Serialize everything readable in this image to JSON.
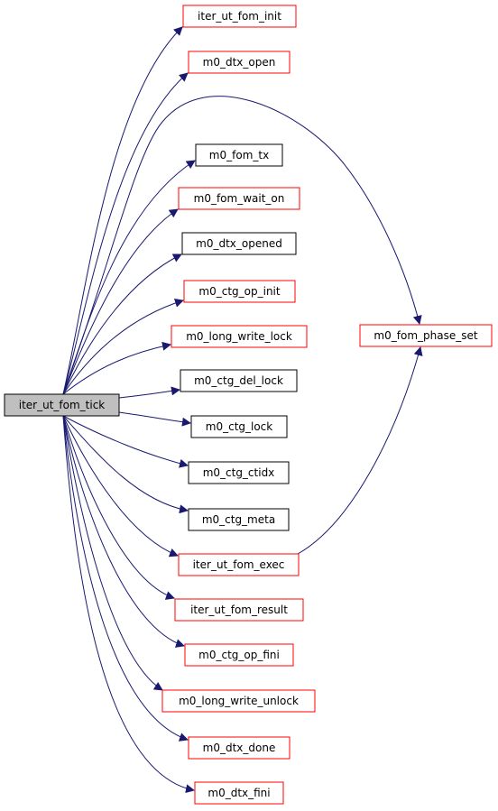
{
  "graph": {
    "root": {
      "label": "iter_ut_fom_tick"
    },
    "callees": [
      {
        "label": "iter_ut_fom_init",
        "border": "red"
      },
      {
        "label": "m0_dtx_open",
        "border": "red"
      },
      {
        "label": "m0_fom_tx",
        "border": "black"
      },
      {
        "label": "m0_fom_wait_on",
        "border": "red"
      },
      {
        "label": "m0_dtx_opened",
        "border": "black"
      },
      {
        "label": "m0_ctg_op_init",
        "border": "red"
      },
      {
        "label": "m0_long_write_lock",
        "border": "red"
      },
      {
        "label": "m0_ctg_del_lock",
        "border": "black"
      },
      {
        "label": "m0_ctg_lock",
        "border": "black"
      },
      {
        "label": "m0_ctg_ctidx",
        "border": "black"
      },
      {
        "label": "m0_ctg_meta",
        "border": "black"
      },
      {
        "label": "iter_ut_fom_exec",
        "border": "red"
      },
      {
        "label": "iter_ut_fom_result",
        "border": "red"
      },
      {
        "label": "m0_ctg_op_fini",
        "border": "red"
      },
      {
        "label": "m0_long_write_unlock",
        "border": "red"
      },
      {
        "label": "m0_dtx_done",
        "border": "red"
      },
      {
        "label": "m0_dtx_fini",
        "border": "red"
      }
    ],
    "phase_set": {
      "label": "m0_fom_phase_set",
      "border": "red"
    },
    "colors": {
      "edge": "#191970",
      "red_border": "#ff0000",
      "black_border": "#000000",
      "root_fill": "#bfbfbf",
      "node_fill": "#ffffff"
    }
  }
}
